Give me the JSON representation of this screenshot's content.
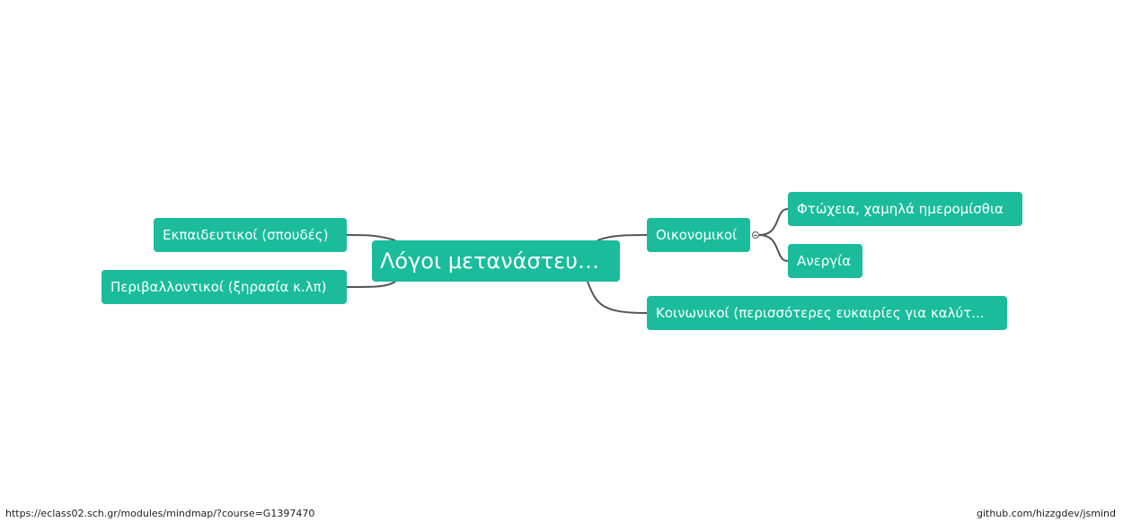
{
  "mindmap": {
    "root": "Λόγοι μετανάστευσης",
    "left": [
      "Εκπαιδευτικοί (σπουδές)",
      "Περιβαλλοντικοί (ξηρασία κ.λπ)"
    ],
    "right": {
      "economic": {
        "label": "Οικονομικοί",
        "children": [
          "Φτώχεια, χαμηλά ημερομίσθια",
          "Ανεργία"
        ]
      },
      "social": "Κοινωνικοί (περισσότερες ευκαιρίες για καλύτ..."
    }
  },
  "footer": {
    "url": "https://eclass02.sch.gr/modules/mindmap/?course=G1397470",
    "credit": "github.com/hizzgdev/jsmind"
  },
  "colors": {
    "node_bg": "#1abc9c",
    "node_text": "#ffffff",
    "line": "#555555"
  }
}
